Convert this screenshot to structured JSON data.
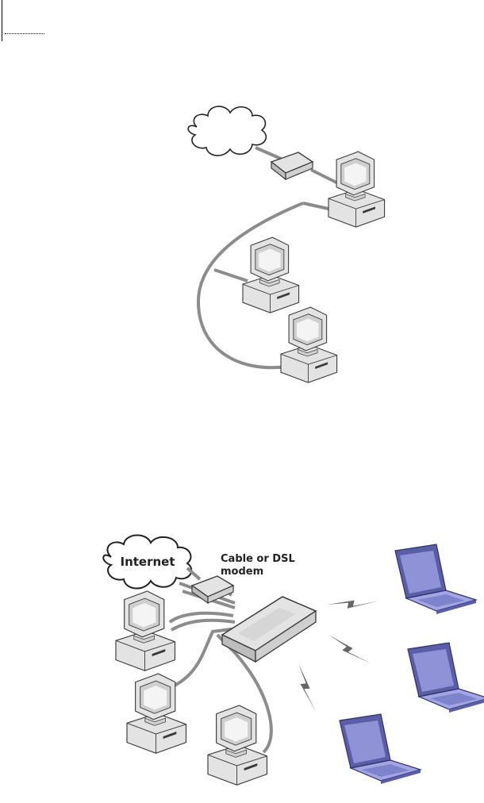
{
  "diagram_1": {
    "cloud_label": ""
  },
  "diagram_2": {
    "internet_label": "Internet",
    "modem_label_line1": "Cable or DSL",
    "modem_label_line2": "modem"
  },
  "colors": {
    "cable": "#8c8c8c",
    "device_fill": "#e3e3e3",
    "device_stroke": "#3a3a3a",
    "screen": "#cfcfcf",
    "laptop": "#8f92d6",
    "laptop_dark": "#5a5ea6",
    "bolt": "#666666"
  }
}
